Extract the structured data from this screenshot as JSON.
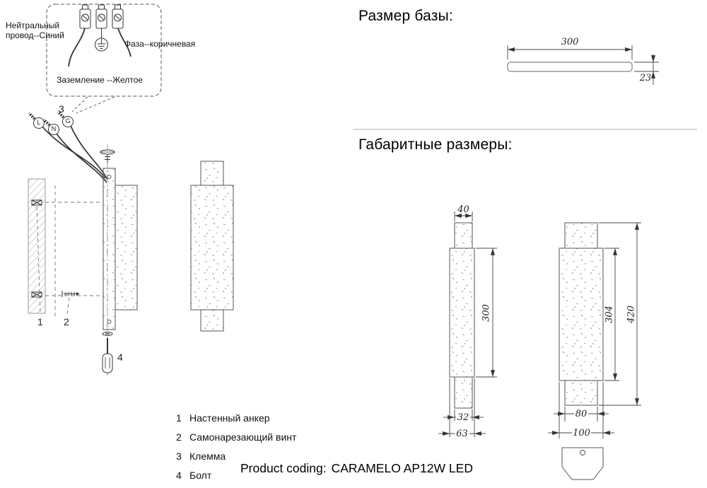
{
  "wiring_box": {
    "neutral": "Нейтральный провод--Синий",
    "phase": "Фаза--коричневая",
    "ground": "Заземление --Желтое"
  },
  "terminals": {
    "l": "L",
    "n": "N",
    "g": "G"
  },
  "callouts": {
    "c1": "1",
    "c2": "2",
    "c3": "3",
    "c4": "4"
  },
  "legend": [
    {
      "num": "1",
      "label": "Настенный анкер"
    },
    {
      "num": "2",
      "label": "Самонарезающий винт"
    },
    {
      "num": "3",
      "label": "Клемма"
    },
    {
      "num": "4",
      "label": "Болт"
    }
  ],
  "base_size": {
    "title": "Размер базы:",
    "width": "300",
    "thickness": "23"
  },
  "overall_size": {
    "title": "Габаритные размеры:",
    "lamp_small": {
      "top_width": "40",
      "body_height": "300",
      "bottom_width": "32",
      "overall_width": "63"
    },
    "lamp_large": {
      "body_height": "304",
      "overall_height": "420",
      "bottom_width": "80",
      "overall_width": "100"
    }
  },
  "footer": {
    "product_label": "Product coding:",
    "product_value": "CARAMELO AP12W LED"
  },
  "colors": {
    "line": "#444",
    "drawing": "#555",
    "text": "#111"
  }
}
